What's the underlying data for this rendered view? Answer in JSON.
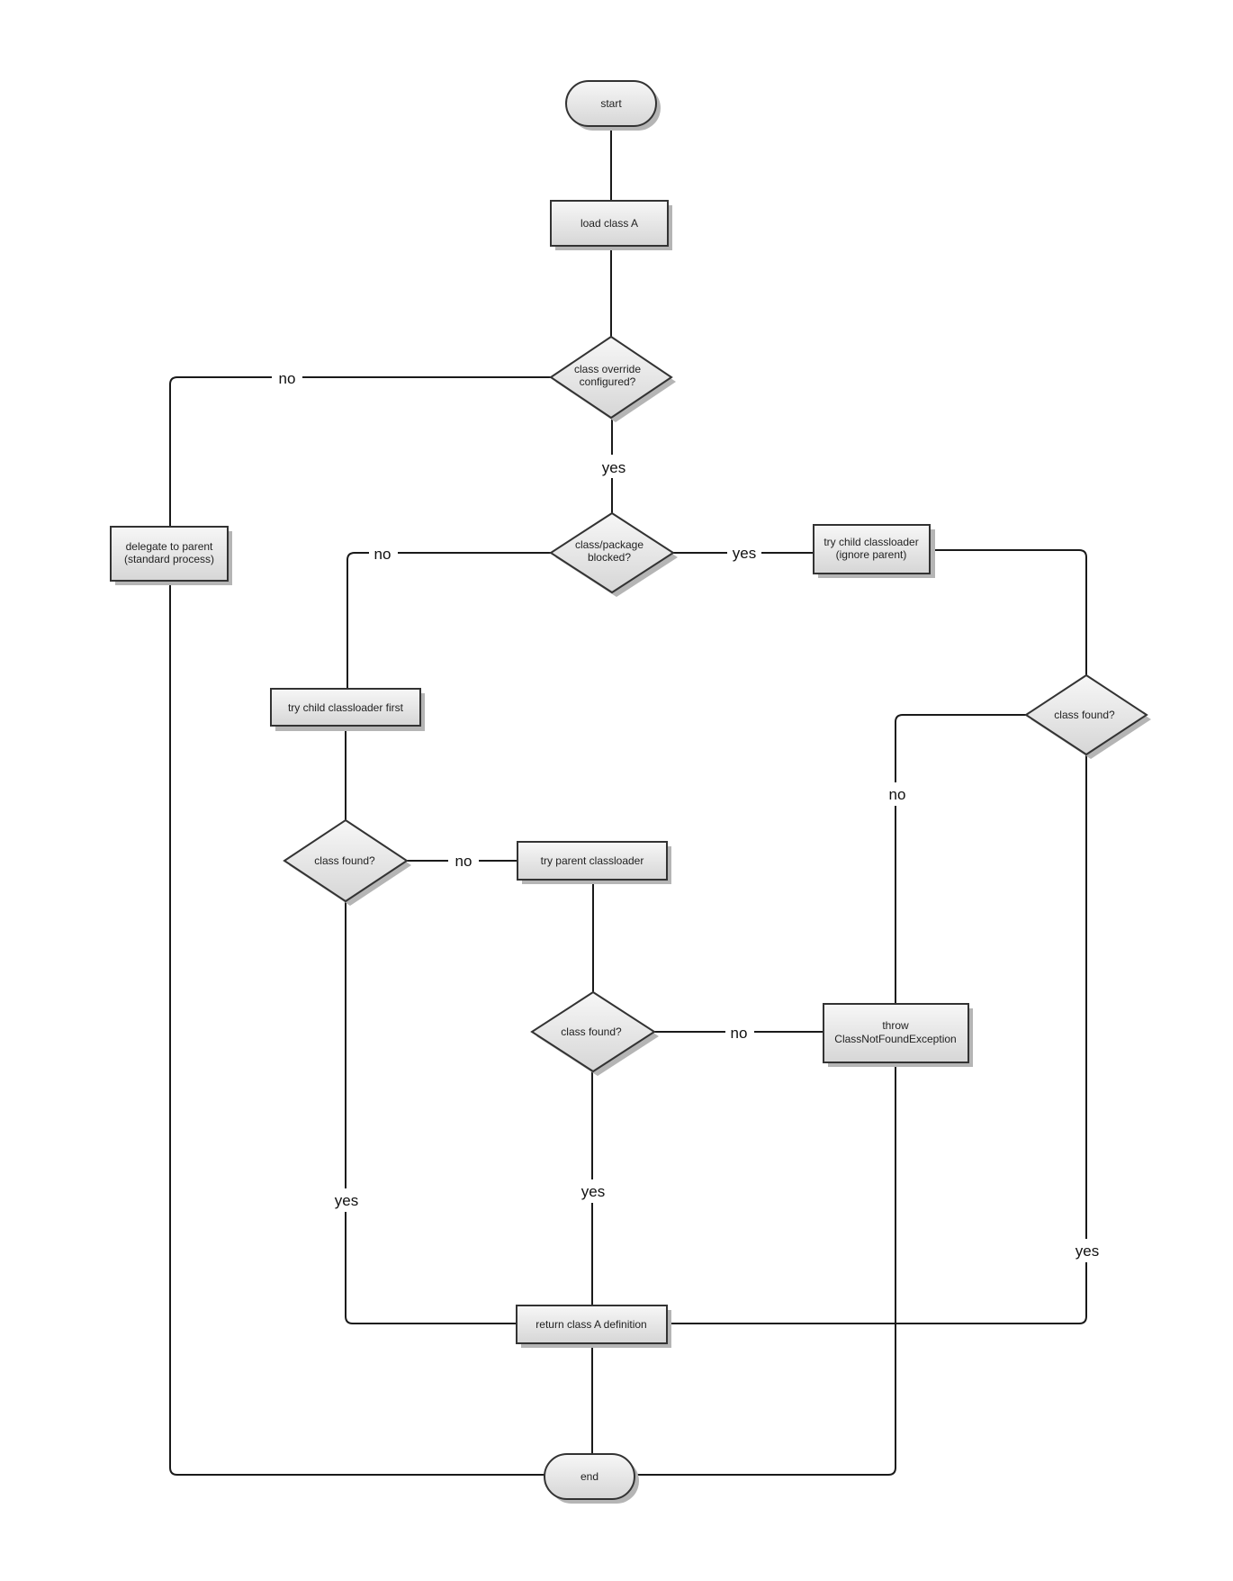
{
  "nodes": {
    "start": "start",
    "load_class": "load class A",
    "override_decision": [
      "class override",
      "configured?"
    ],
    "blocked_decision": [
      "class/package",
      "blocked?"
    ],
    "delegate_parent": [
      "delegate to parent",
      "(standard process)"
    ],
    "child_ignore_parent": [
      "try child classloader",
      "(ignore parent)"
    ],
    "child_first": "try child classloader first",
    "found_right": "class found?",
    "found_left": "class found?",
    "parent_loader": "try parent classloader",
    "found_middle": "class found?",
    "throw_exception": [
      "throw",
      "ClassNotFoundException"
    ],
    "return_definition": "return class A definition",
    "end": "end"
  },
  "edge_labels": {
    "override_no": "no",
    "override_yes": "yes",
    "blocked_no": "no",
    "blocked_yes": "yes",
    "right_no": "no",
    "right_yes": "yes",
    "left_no": "no",
    "left_yes": "yes",
    "middle_no": "no",
    "middle_yes": "yes"
  }
}
